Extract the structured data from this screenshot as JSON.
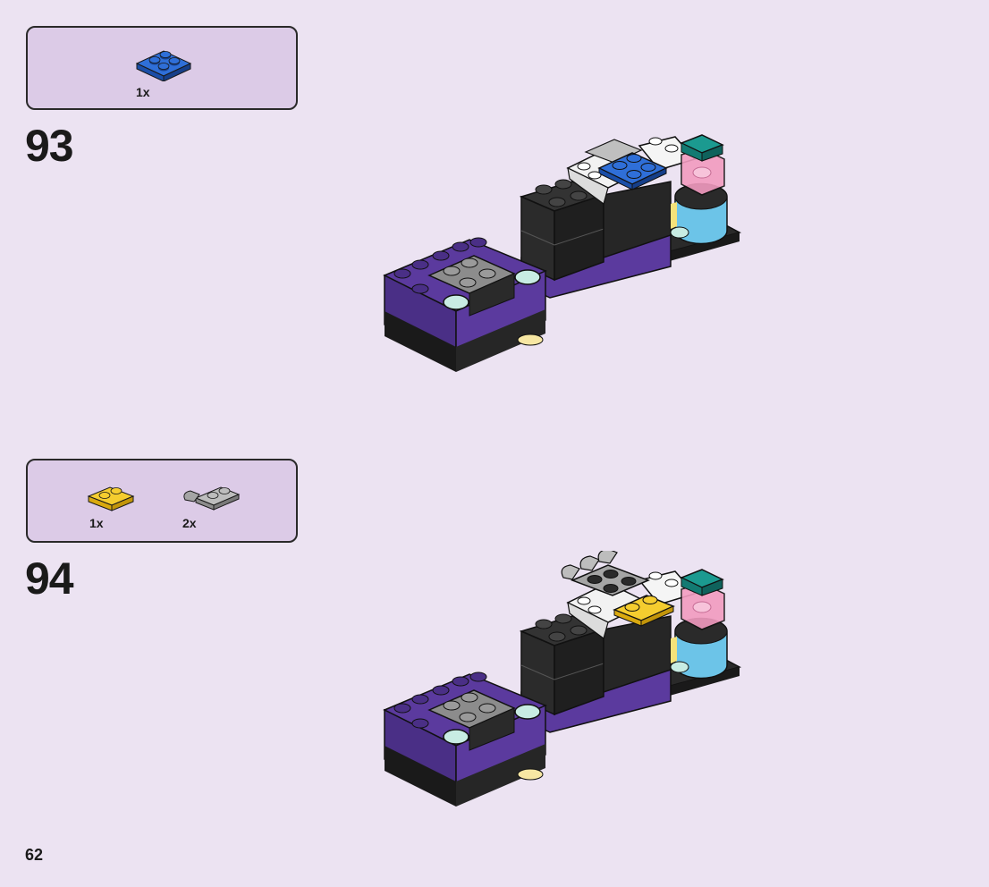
{
  "page": {
    "number": "62"
  },
  "steps": [
    {
      "number": "93",
      "parts": [
        {
          "icon": "blue-2x2-plate-icon",
          "color": "#1e5bc6",
          "quantity": "1x"
        }
      ]
    },
    {
      "number": "94",
      "parts": [
        {
          "icon": "yellow-1x2-plate-icon",
          "color": "#f5cd2f",
          "quantity": "1x"
        },
        {
          "icon": "gray-plate-with-clip-icon",
          "color": "#a5a5a5",
          "quantity": "2x"
        }
      ]
    }
  ],
  "colors": {
    "background": "#ece3f2",
    "parts_box": "#dccbe7",
    "purple": "#5b3a9e",
    "black": "#2a2a2a",
    "light_aqua": "#c8ece3",
    "medium_azure": "#6cc4e8",
    "teal": "#1b9a90",
    "pink": "#f29bc0"
  }
}
